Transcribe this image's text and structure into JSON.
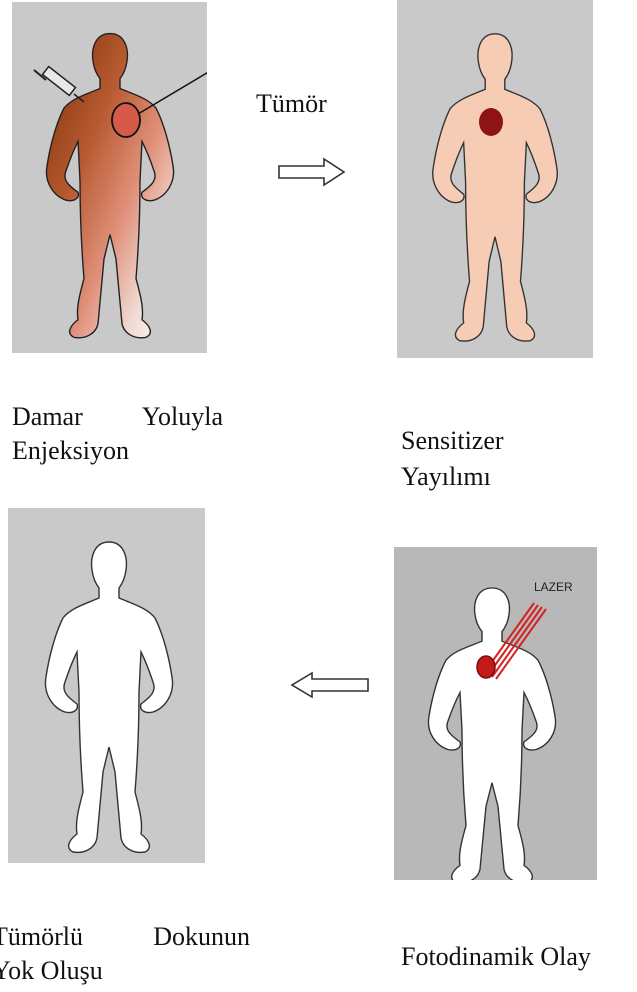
{
  "labels": {
    "tumor": "Tümör",
    "step1_line1": "Damar Yoluyla",
    "step1_line2": "Enjeksiyon",
    "step2_line1": "Sensitizer",
    "step2_line2": "Yayılımı",
    "step3_line1": "Tümörlü Dokunun",
    "step3_line2": "Yok Oluşu",
    "step4": "Fotodinamik Olay",
    "laser": "LAZER"
  },
  "colors": {
    "panel_bg": "#c9c9c9",
    "skin": "#f6cdb4",
    "tumor": "#8e1414",
    "laser": "#d42020",
    "injection_dark": "#8a3a10",
    "injection_mid": "#d47a5a"
  }
}
